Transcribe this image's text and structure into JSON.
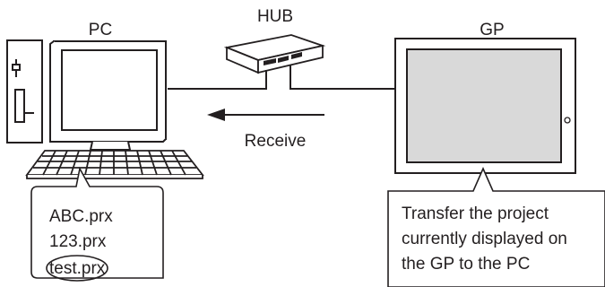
{
  "labels": {
    "pc": "PC",
    "hub": "HUB",
    "gp": "GP",
    "direction": "Receive"
  },
  "pc_files": [
    "ABC.prx",
    "123.prx",
    "test.prx"
  ],
  "gp_note": [
    "Transfer the project",
    "currently displayed on",
    "the GP to the PC"
  ],
  "colors": {
    "stroke": "#231f20",
    "gp_screen": "#d9d9d9",
    "pc_casing": "#ffffff"
  }
}
